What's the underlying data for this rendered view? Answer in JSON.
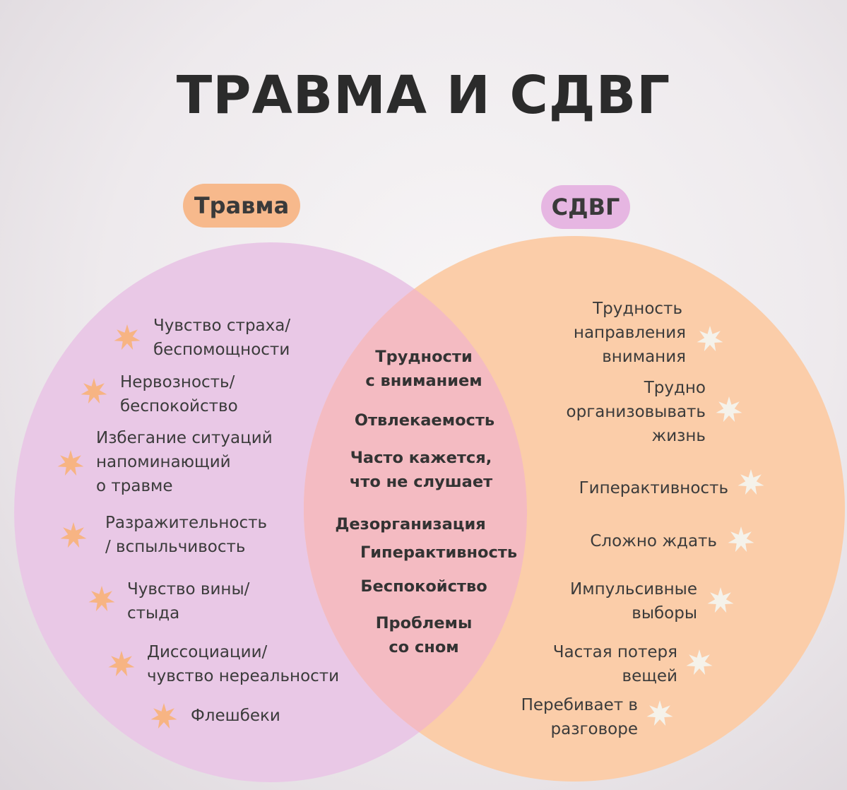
{
  "title": "ТРАВМА И СДВГ",
  "labels": {
    "left": "Травма",
    "right": "СДВГ"
  },
  "colors": {
    "left_circle": "#e9c8e6",
    "right_circle": "#fbcda9",
    "overlap": "#f4bbc2",
    "left_star": "#f7b483",
    "right_star": "#f5f2ea"
  },
  "left_items": [
    [
      "Чувство страха/",
      "беспомощности"
    ],
    [
      "Нервозность/",
      "беспокойство"
    ],
    [
      "Избегание ситуаций",
      "напоминающий",
      "о травме"
    ],
    [
      "Разражительность",
      "/ вспыльчивость"
    ],
    [
      "Чувство вины/",
      "стыда"
    ],
    [
      "Диссоциации/",
      "чувство нереальности"
    ],
    [
      "Флешбеки"
    ]
  ],
  "center_items": [
    [
      "Трудности",
      "с вниманием"
    ],
    [
      "Отвлекаемость"
    ],
    [
      "Часто кажется,",
      "что не слушает"
    ],
    [
      "Дезорганизация",
      "Гиперактивность"
    ],
    [
      "Беспокойство"
    ],
    [
      "Проблемы",
      "со сном"
    ]
  ],
  "right_items": [
    [
      "Трудность",
      "направления",
      "внимания"
    ],
    [
      "Трудно",
      "организовывать",
      "жизнь"
    ],
    [
      "Гиперактивность"
    ],
    [
      "Сложно ждать"
    ],
    [
      "Импульсивные",
      "выборы"
    ],
    [
      "Частая потеря",
      "вещей"
    ],
    [
      "Перебивает в",
      "разговоре"
    ]
  ]
}
